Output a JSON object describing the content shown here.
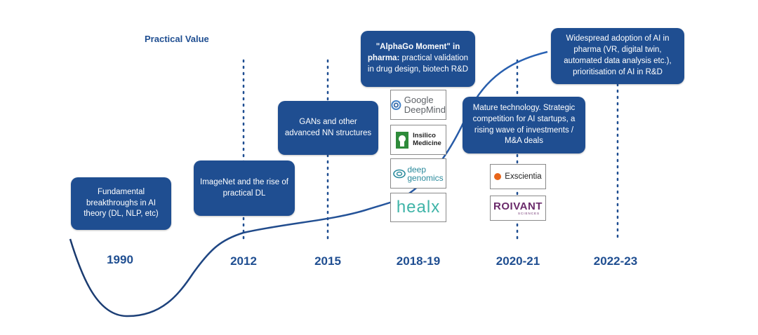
{
  "diagram": {
    "y_axis_title": "Practical Value",
    "years": [
      "1990",
      "2012",
      "2015",
      "2018-19",
      "2020-21",
      "2022-23"
    ],
    "boxes": {
      "fundamental": "Fundamental breakthroughs in AI theory  (DL, NLP, etc)",
      "imagenet": "ImageNet and the rise of practical DL",
      "gans": "GANs and other advanced NN structures",
      "alphago_bold": "\"AlphaGo Moment\" in pharma:",
      "alphago_rest": " practical validation in drug design, biotech R&D",
      "mature": "Mature technology. Strategic competition for AI startups, a rising wave of investments / M&A deals",
      "widespread": "Widespread adoption of AI in pharma  (VR, digital twin, automated data analysis etc.), prioritisation of AI in R&D"
    },
    "logos": {
      "google_line1": "Google",
      "google_line2": "DeepMind",
      "insilico_line1": "Insilico",
      "insilico_line2": "Medicine",
      "deep_line1": "deep",
      "deep_line2": "genomics",
      "healx": "healx",
      "exscientia": "Exscientia",
      "roivant": "ROIVANT",
      "roivant_sub": "SCIENCES"
    },
    "colors": {
      "primary": "#1f4e91",
      "axis_gradient_start": "#152d55",
      "axis_gradient_end": "#3a7be0",
      "exscientia_accent": "#e8651a",
      "insilico_green": "#2e8b3a",
      "healx_teal": "#3fb4a8",
      "deepgenomics_teal": "#2a8a9c",
      "roivant_purple": "#6a2a6a"
    }
  }
}
